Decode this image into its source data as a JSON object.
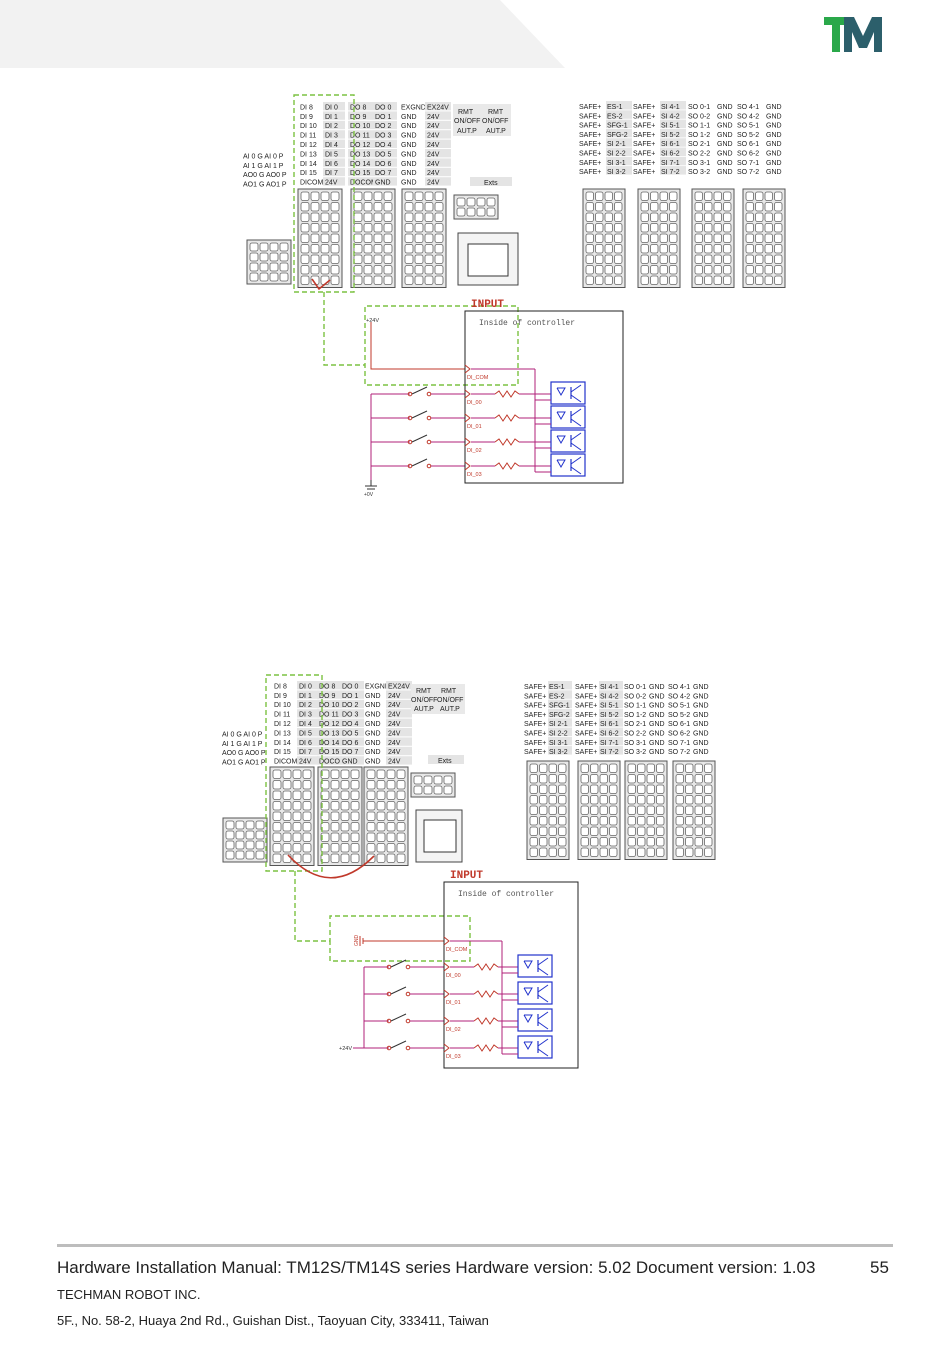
{
  "header": {
    "logo_text": "TM"
  },
  "diagram1": {
    "di_col": [
      "DI  8",
      "DI  9",
      "DI 10",
      "DI 11",
      "DI 12",
      "DI 13",
      "DI 14",
      "DI 15",
      "DICOM"
    ],
    "di_col2": [
      "DI 0",
      "DI 1",
      "DI 2",
      "DI 3",
      "DI 4",
      "DI 5",
      "DI 6",
      "DI 7",
      "24V"
    ],
    "do_col": [
      "DO  8",
      "DO  9",
      "DO 10",
      "DO 11",
      "DO 12",
      "DO 13",
      "DO 14",
      "DO 15",
      "DOCOM"
    ],
    "do_col2": [
      "DO 0",
      "DO 1",
      "DO 2",
      "DO 3",
      "DO 4",
      "DO 5",
      "DO 6",
      "DO 7",
      "GND"
    ],
    "ex_col": [
      "EXGND",
      "GND",
      "GND",
      "GND",
      "GND",
      "GND",
      "GND",
      "GND",
      "GND"
    ],
    "ex_col2": [
      "EX24V",
      "24V",
      "24V",
      "24V",
      "24V",
      "24V",
      "24V",
      "24V",
      "24V"
    ],
    "ai_rows": [
      "AI 0  G AI 0  P",
      "AI 1  G AI 1  P",
      "AO0 G AO0 P",
      "AO1 G AO1 P"
    ],
    "rmt": [
      "RMT",
      "RMT",
      "ON/OFF",
      "ON/OFF",
      "AUT.P",
      "AUT.P"
    ],
    "exts": "Exts",
    "safe_rows": [
      [
        "SAFE+",
        "ES-1",
        "SAFE+",
        "SI 4-1",
        "SO 0-1",
        "GND",
        "SO 4-1",
        "GND"
      ],
      [
        "SAFE+",
        "ES-2",
        "SAFE+",
        "SI 4-2",
        "SO 0-2",
        "GND",
        "SO 4-2",
        "GND"
      ],
      [
        "SAFE+",
        "SFG-1",
        "SAFE+",
        "SI 5-1",
        "SO 1-1",
        "GND",
        "SO 5-1",
        "GND"
      ],
      [
        "SAFE+",
        "SFG-2",
        "SAFE+",
        "SI 5-2",
        "SO 1-2",
        "GND",
        "SO 5-2",
        "GND"
      ],
      [
        "SAFE+",
        "SI 2-1",
        "SAFE+",
        "SI 6-1",
        "SO 2-1",
        "GND",
        "SO 6-1",
        "GND"
      ],
      [
        "SAFE+",
        "SI 2-2",
        "SAFE+",
        "SI 6-2",
        "SO 2-2",
        "GND",
        "SO 6-2",
        "GND"
      ],
      [
        "SAFE+",
        "SI 3-1",
        "SAFE+",
        "SI 7-1",
        "SO 3-1",
        "GND",
        "SO 7-1",
        "GND"
      ],
      [
        "SAFE+",
        "SI 3-2",
        "SAFE+",
        "SI 7-2",
        "SO 3-2",
        "GND",
        "SO 7-2",
        "GND"
      ]
    ],
    "input_label": "INPUT",
    "inside_label": "Inside  of  controller",
    "v24": "+24V",
    "v0": "+0V",
    "pins": [
      "DI_COM",
      "DI_00",
      "DI_01",
      "DI_02",
      "DI_03"
    ]
  },
  "diagram2": {
    "input_label": "INPUT",
    "inside_label": "Inside  of  controller",
    "v24": "+24V",
    "gnd": "GND",
    "pins": [
      "DI_COM",
      "DI_00",
      "DI_01",
      "DI_02",
      "DI_03"
    ]
  },
  "colors": {
    "accent_green": "#2aa84a",
    "accent_teal": "#2c5f6b",
    "wire_red": "#c0392b",
    "wire_magenta": "#b0207a",
    "opto_blue": "#2233cc",
    "dash_green": "#7cc242"
  },
  "footer": {
    "title": "Hardware Installation Manual: TM12S/TM14S series Hardware version: 5.02 Document version: 1.03",
    "page": "55",
    "company": "TECHMAN ROBOT INC.",
    "address": "5F., No. 58-2, Huaya 2nd Rd., Guishan Dist., Taoyuan City, 333411, Taiwan"
  }
}
